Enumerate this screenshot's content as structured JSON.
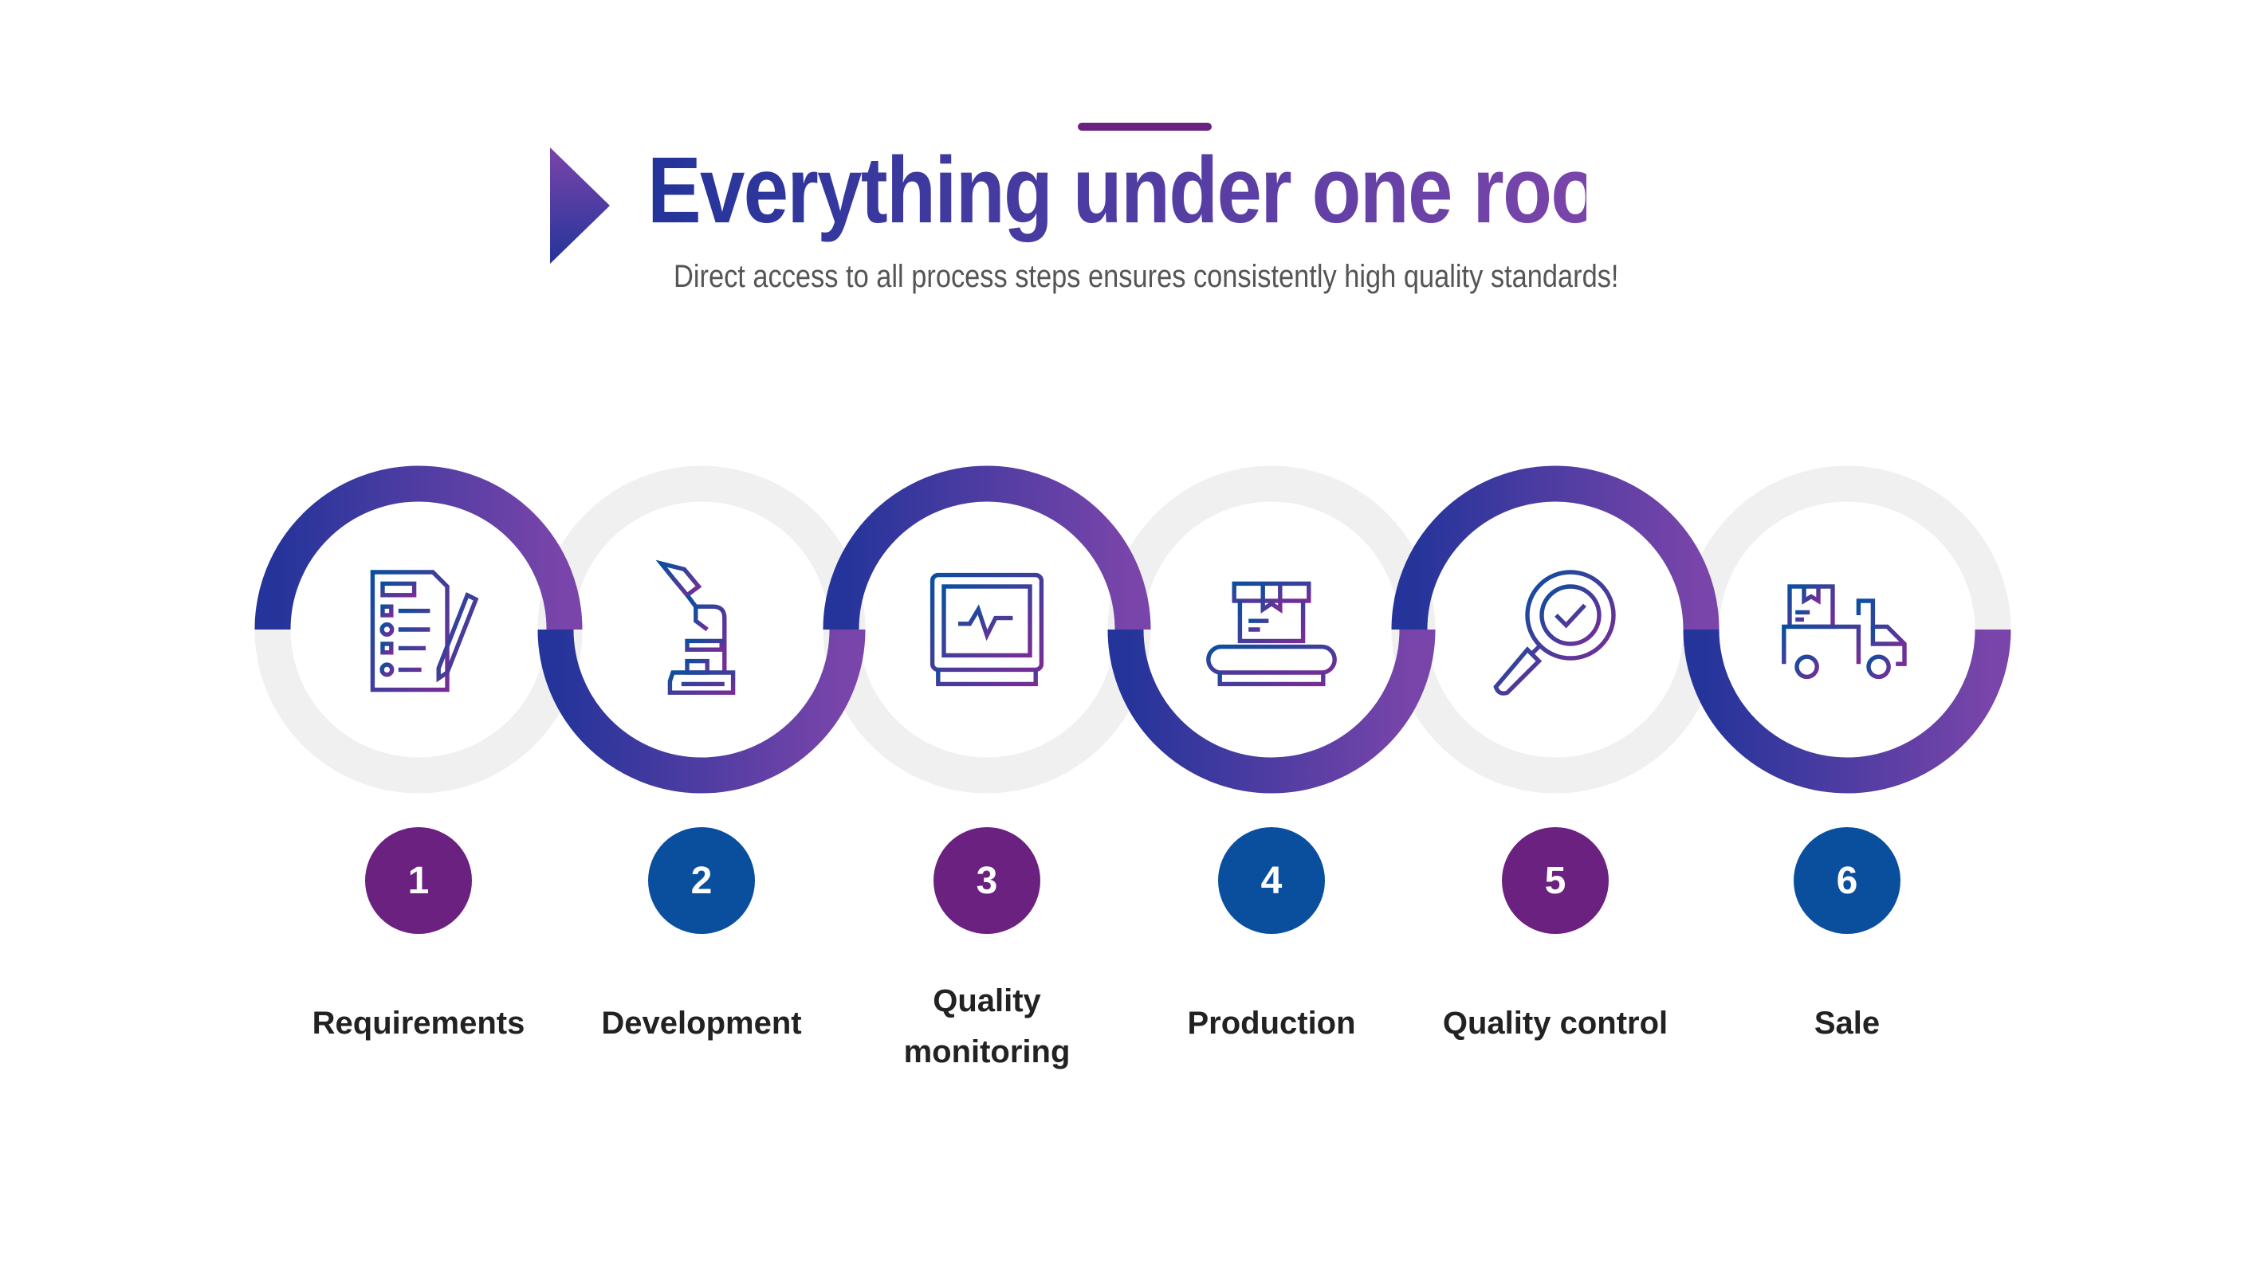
{
  "header": {
    "title": "Everything under one roof",
    "subtitle": "Direct access to all process steps ensures consistently high quality standards!"
  },
  "colors": {
    "gradient_start": "#24349a",
    "gradient_end": "#7a45aa",
    "ring_gray": "#f0f0f0",
    "badge_purple": "#6b2180",
    "badge_blue": "#0a4f9e",
    "label_text": "#222222"
  },
  "steps": [
    {
      "number": "1",
      "label": "Requirements",
      "icon": "checklist-icon",
      "badge_color": "#6b2180"
    },
    {
      "number": "2",
      "label": "Development",
      "icon": "microscope-icon",
      "badge_color": "#0a4f9e"
    },
    {
      "number": "3",
      "label": "Quality monitoring",
      "icon": "monitor-icon",
      "badge_color": "#6b2180"
    },
    {
      "number": "4",
      "label": "Production",
      "icon": "conveyor-icon",
      "badge_color": "#0a4f9e"
    },
    {
      "number": "5",
      "label": "Quality control",
      "icon": "magnifier-check-icon",
      "badge_color": "#6b2180"
    },
    {
      "number": "6",
      "label": "Sale",
      "icon": "delivery-truck-icon",
      "badge_color": "#0a4f9e"
    }
  ]
}
